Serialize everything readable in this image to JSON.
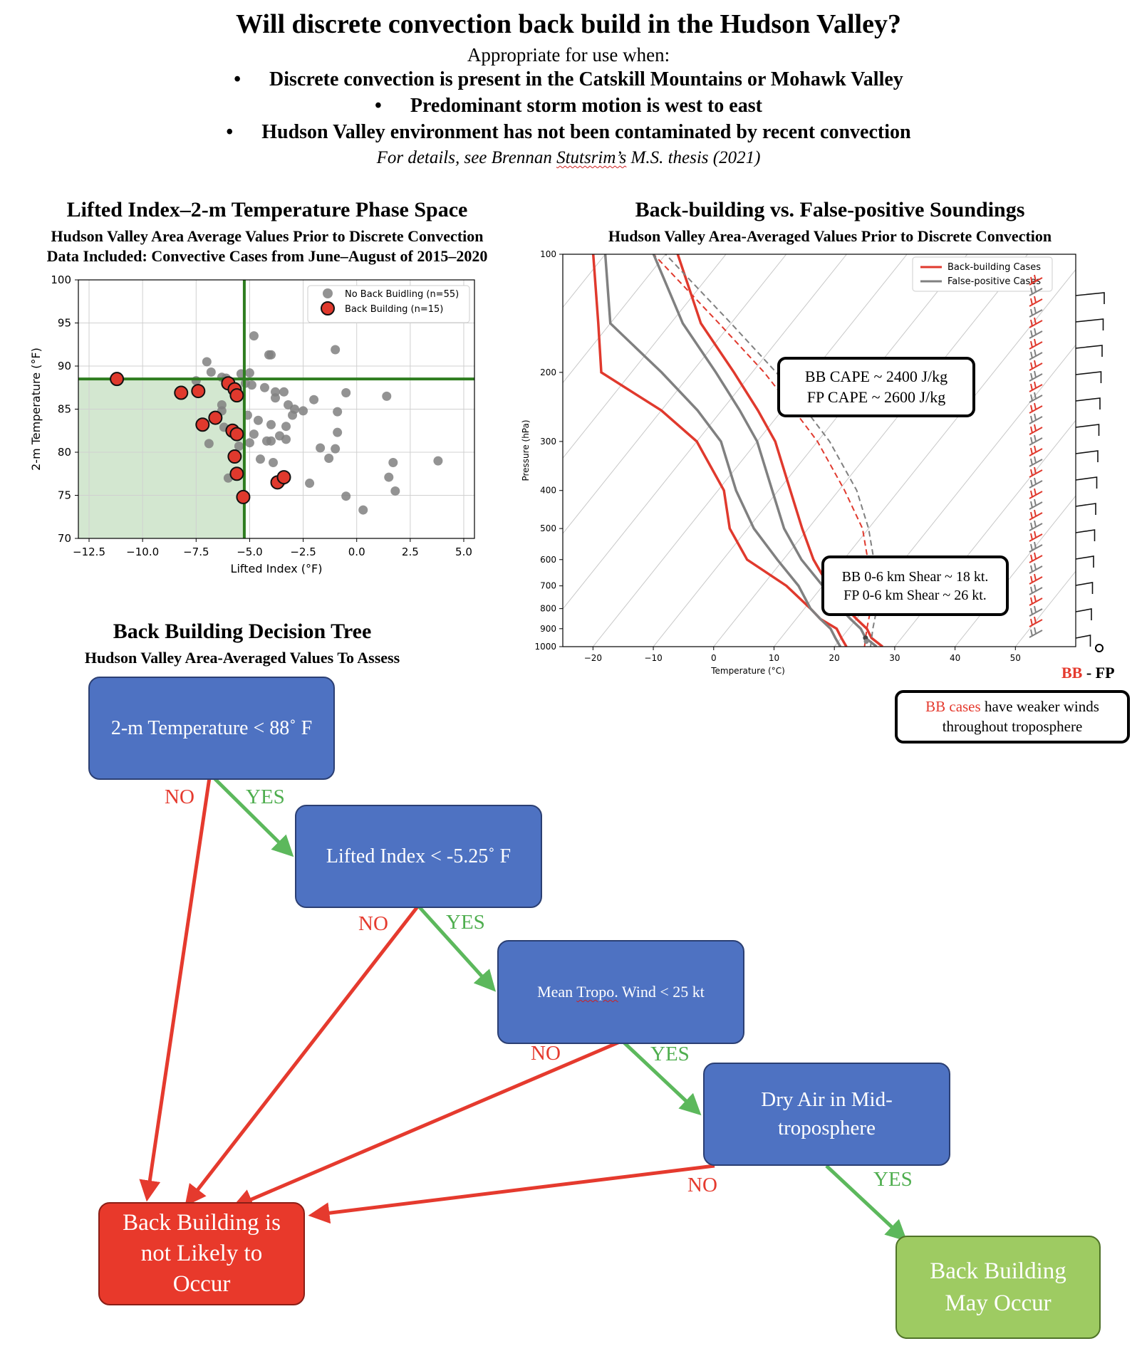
{
  "header": {
    "title": "Will discrete convection back build in the Hudson Valley?",
    "use_when": "Appropriate for use when:",
    "bullet_symbol": "•",
    "bullets": [
      "Discrete convection is present in the Catskill Mountains or Mohawk Valley",
      "Predominant storm motion is west to east",
      "Hudson Valley environment has not been contaminated by recent convection"
    ],
    "details_pre": "For details, see Brennan ",
    "details_name": "Stutsrim’s",
    "details_post": " M.S. thesis (2021)"
  },
  "scatter_panel": {
    "title": "Lifted Index–2-m Temperature Phase Space",
    "subtitle1": "Hudson Valley Area Average Values Prior to Discrete Convection",
    "subtitle2": "Data Included: Convective Cases from June–August of 2015–2020"
  },
  "skewt_panel": {
    "title": "Back-building vs. False-positive Soundings",
    "subtitle": "Hudson Valley Area-Averaged Values Prior to Discrete Convection",
    "cape_line1": "BB CAPE ~ 2400 J/kg",
    "cape_line2": "FP CAPE ~ 2600 J/kg",
    "shear_line1": "BB 0-6 km Shear ~ 18 kt.",
    "shear_line2": "FP 0-6 km Shear ~ 26 kt.",
    "bb_label": "BB",
    "fp_label": " - FP",
    "winds_red": "BB cases",
    "winds_black": " have weaker winds",
    "winds_line2": "throughout troposphere"
  },
  "tree": {
    "title": "Back Building Decision Tree",
    "subtitle": "Hudson Valley Area-Averaged Values To Assess",
    "node1": "2-m Temperature < 88˚ F",
    "node2": "Lifted Index < -5.25˚ F",
    "node3_pre": "Mean ",
    "node3_word": "Tropo.",
    "node3_post": " Wind < 25 kt",
    "node4": "Dry Air in Mid-troposphere",
    "outcome_no": "Back Building is not Likely to Occur",
    "outcome_yes": "Back Building May Occur",
    "no": "NO",
    "yes": "YES",
    "colors": {
      "box": "#4e72c2",
      "no_arrow": "#e53a2e",
      "yes_arrow": "#5cb85c",
      "outcome_no": "#e8392b",
      "outcome_yes": "#9ecb62"
    }
  },
  "chart_data": [
    {
      "type": "scatter",
      "xlabel": "Lifted Index (°F)",
      "ylabel": "2-m Temperature (°F)",
      "xlim": [
        -13,
        5.5
      ],
      "ylim": [
        70,
        100
      ],
      "xticks": [
        -12.5,
        -10.0,
        -7.5,
        -5.0,
        -2.5,
        0.0,
        2.5,
        5.0
      ],
      "xtick_labels": [
        "−12.5",
        "−10.0",
        "−7.5",
        "−5.0",
        "−2.5",
        "0.0",
        "2.5",
        "5.0"
      ],
      "yticks": [
        70,
        75,
        80,
        85,
        90,
        95,
        100
      ],
      "grid": true,
      "legend_position": "top-right",
      "thresholds": {
        "lifted_index": -5.25,
        "temperature": 88.5
      },
      "series": [
        {
          "name": "No Back Buidling (n=55)",
          "color": "#808080",
          "points": [
            [
              -4.8,
              93.5
            ],
            [
              -4.1,
              91.3
            ],
            [
              -4.0,
              91.3
            ],
            [
              -1.0,
              91.9
            ],
            [
              -7.0,
              90.5
            ],
            [
              -6.8,
              89.3
            ],
            [
              -6.3,
              88.7
            ],
            [
              -6.1,
              88.6
            ],
            [
              -5.4,
              89.1
            ],
            [
              -5.0,
              89.2
            ],
            [
              -7.5,
              88.3
            ],
            [
              -5.2,
              88.0
            ],
            [
              -4.9,
              87.8
            ],
            [
              -3.8,
              87.0
            ],
            [
              -3.4,
              87.0
            ],
            [
              -0.5,
              86.9
            ],
            [
              -3.8,
              86.3
            ],
            [
              -2.0,
              86.1
            ],
            [
              1.4,
              86.5
            ],
            [
              -6.3,
              85.5
            ],
            [
              -3.2,
              85.5
            ],
            [
              -2.9,
              85.0
            ],
            [
              -2.5,
              84.8
            ],
            [
              -6.3,
              84.8
            ],
            [
              -3.0,
              84.3
            ],
            [
              -5.1,
              84.3
            ],
            [
              -4.6,
              83.7
            ],
            [
              -4.0,
              83.2
            ],
            [
              -3.3,
              83.0
            ],
            [
              -6.2,
              82.9
            ],
            [
              -0.9,
              84.7
            ],
            [
              -0.9,
              82.3
            ],
            [
              -4.8,
              82.1
            ],
            [
              -3.6,
              81.9
            ],
            [
              -5.0,
              81.1
            ],
            [
              -4.2,
              81.3
            ],
            [
              -4.0,
              81.3
            ],
            [
              -3.3,
              81.5
            ],
            [
              -6.9,
              81.0
            ],
            [
              -5.5,
              80.7
            ],
            [
              -1.7,
              80.5
            ],
            [
              -1.0,
              80.4
            ],
            [
              -1.3,
              79.3
            ],
            [
              -4.5,
              79.2
            ],
            [
              -3.9,
              78.8
            ],
            [
              1.7,
              78.8
            ],
            [
              3.8,
              79.0
            ],
            [
              1.5,
              77.1
            ],
            [
              -3.5,
              76.6
            ],
            [
              -2.2,
              76.4
            ],
            [
              1.8,
              75.5
            ],
            [
              -0.5,
              74.9
            ],
            [
              0.3,
              73.3
            ],
            [
              -6.0,
              77.0
            ],
            [
              -4.3,
              87.5
            ]
          ]
        },
        {
          "name": "Back Building (n=15)",
          "color": "#e0392d",
          "points": [
            [
              -11.2,
              88.5
            ],
            [
              -8.2,
              86.9
            ],
            [
              -7.4,
              87.1
            ],
            [
              -6.0,
              88.0
            ],
            [
              -5.7,
              87.3
            ],
            [
              -5.6,
              86.6
            ],
            [
              -6.6,
              84.0
            ],
            [
              -7.2,
              83.2
            ],
            [
              -5.8,
              82.5
            ],
            [
              -5.6,
              82.1
            ],
            [
              -5.7,
              79.5
            ],
            [
              -5.6,
              77.5
            ],
            [
              -5.3,
              74.8
            ],
            [
              -3.7,
              76.5
            ],
            [
              -3.4,
              77.1
            ]
          ]
        }
      ]
    },
    {
      "type": "line",
      "xlabel": "Temperature (°C)",
      "ylabel": "Pressure (hPa)",
      "xlim": [
        -25,
        60
      ],
      "ylim": [
        1000,
        100
      ],
      "xticks": [
        -20,
        -10,
        0,
        10,
        20,
        30,
        40,
        50
      ],
      "yticks": [
        100,
        200,
        300,
        400,
        500,
        600,
        700,
        800,
        900,
        1000
      ],
      "y_scale": "log",
      "legend_position": "top-right",
      "series": [
        {
          "name": "Back-building Cases",
          "kind": "temperature",
          "color": "#e0392d",
          "points": [
            [
              1000,
              28
            ],
            [
              950,
              25
            ],
            [
              900,
              23
            ],
            [
              850,
              20
            ],
            [
              800,
              17
            ],
            [
              700,
              11
            ],
            [
              600,
              5
            ],
            [
              500,
              -1
            ],
            [
              400,
              -8
            ],
            [
              300,
              -17
            ],
            [
              250,
              -24
            ],
            [
              200,
              -33
            ],
            [
              150,
              -45
            ],
            [
              100,
              -58
            ]
          ]
        },
        {
          "name": "Back-building Cases",
          "kind": "dewpoint",
          "color": "#e0392d",
          "points": [
            [
              1000,
              22
            ],
            [
              950,
              20
            ],
            [
              900,
              18
            ],
            [
              850,
              14
            ],
            [
              800,
              11
            ],
            [
              700,
              4
            ],
            [
              600,
              -6
            ],
            [
              500,
              -13
            ],
            [
              400,
              -19
            ],
            [
              300,
              -30
            ],
            [
              250,
              -40
            ],
            [
              200,
              -55
            ],
            [
              150,
              -62
            ],
            [
              100,
              -72
            ]
          ]
        },
        {
          "name": "Back-building Cases",
          "kind": "parcel",
          "color": "#e0392d",
          "dashed": true,
          "points": [
            [
              1000,
              25
            ],
            [
              900,
              23
            ],
            [
              800,
              21
            ],
            [
              700,
              18
            ],
            [
              600,
              14
            ],
            [
              500,
              9
            ],
            [
              400,
              1
            ],
            [
              300,
              -10
            ],
            [
              250,
              -18
            ],
            [
              200,
              -28
            ],
            [
              150,
              -42
            ],
            [
              100,
              -62
            ]
          ]
        },
        {
          "name": "False-positive Cases",
          "kind": "temperature",
          "color": "#808080",
          "points": [
            [
              1000,
              27
            ],
            [
              950,
              24
            ],
            [
              900,
              22
            ],
            [
              850,
              19
            ],
            [
              800,
              16
            ],
            [
              700,
              10
            ],
            [
              600,
              3
            ],
            [
              500,
              -4
            ],
            [
              400,
              -11
            ],
            [
              300,
              -20
            ],
            [
              250,
              -27
            ],
            [
              200,
              -36
            ],
            [
              150,
              -48
            ],
            [
              100,
              -62
            ]
          ]
        },
        {
          "name": "False-positive Cases",
          "kind": "dewpoint",
          "color": "#808080",
          "points": [
            [
              1000,
              21
            ],
            [
              950,
              19
            ],
            [
              900,
              17
            ],
            [
              850,
              14
            ],
            [
              800,
              11
            ],
            [
              700,
              6
            ],
            [
              600,
              -1
            ],
            [
              500,
              -9
            ],
            [
              400,
              -17
            ],
            [
              300,
              -26
            ],
            [
              250,
              -34
            ],
            [
              200,
              -45
            ],
            [
              150,
              -60
            ],
            [
              100,
              -70
            ]
          ]
        },
        {
          "name": "False-positive Cases",
          "kind": "parcel",
          "color": "#808080",
          "dashed": true,
          "points": [
            [
              1000,
              26
            ],
            [
              900,
              24
            ],
            [
              800,
              22
            ],
            [
              700,
              19
            ],
            [
              600,
              15
            ],
            [
              500,
              10
            ],
            [
              400,
              3
            ],
            [
              300,
              -8
            ],
            [
              250,
              -16
            ],
            [
              200,
              -26
            ],
            [
              150,
              -40
            ],
            [
              100,
              -60
            ]
          ]
        }
      ]
    }
  ]
}
